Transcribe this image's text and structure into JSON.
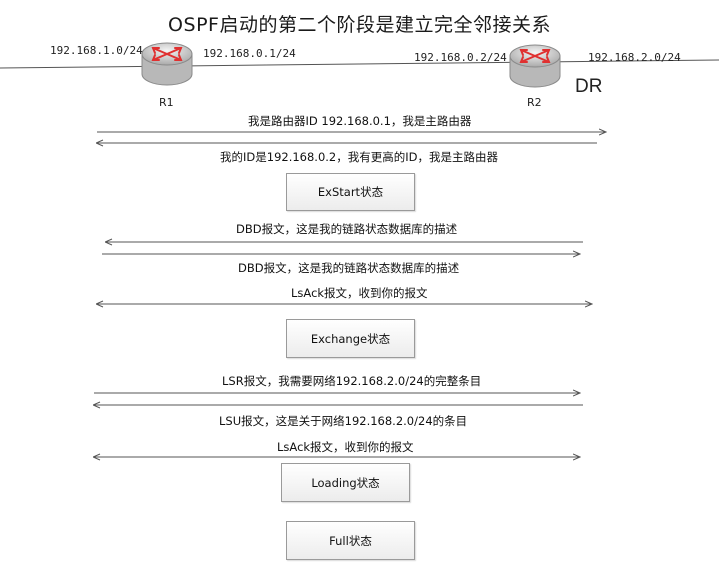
{
  "title": "OSPF启动的第二个阶段是建立完全邻接关系",
  "routers": [
    {
      "name": "R1",
      "left_net": "192.168.1.0/24",
      "right_net": "192.168.0.1/24"
    },
    {
      "name": "R2",
      "left_net": "192.168.0.2/24",
      "right_net": "192.168.2.0/24",
      "role": "DR"
    }
  ],
  "messages": [
    {
      "text": "我是路由器ID 192.168.0.1，我是主路由器",
      "direction": "right"
    },
    {
      "text": "我的ID是192.168.0.2，我有更高的ID，我是主路由器",
      "direction": "left"
    },
    {
      "text": "DBD报文，这是我的链路状态数据库的描述",
      "direction": "left"
    },
    {
      "text": "DBD报文，这是我的链路状态数据库的描述",
      "direction": "right"
    },
    {
      "text": "LsAck报文，收到你的报文",
      "direction": "both"
    },
    {
      "text": "LSR报文，我需要网络192.168.2.0/24的完整条目",
      "direction": "right"
    },
    {
      "text": "LSU报文，这是关于网络192.168.2.0/24的条目",
      "direction": "left"
    },
    {
      "text": "LsAck报文，收到你的报文",
      "direction": "both"
    }
  ],
  "states": [
    "ExStart状态",
    "Exchange状态",
    "Loading状态",
    "Full状态"
  ],
  "colors": {
    "router_body": "#d6d6d6",
    "router_arrows": "#e03030",
    "line": "#555555"
  }
}
